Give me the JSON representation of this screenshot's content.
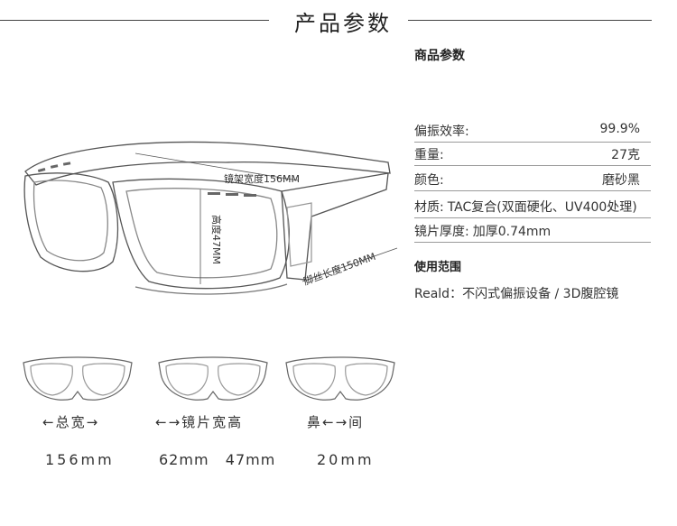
{
  "header": {
    "title": "产品参数"
  },
  "specs": {
    "heading": "商品参数",
    "rows": [
      {
        "key": "偏振效率:",
        "value": "99.9%"
      },
      {
        "key": "重量:",
        "value": "27克"
      },
      {
        "key": "颜色:",
        "value": "磨砂黑"
      },
      {
        "key": "材质:",
        "value": "TAC复合(双面硬化、UV400处理)"
      },
      {
        "key": "镜片厚度:",
        "value": "加厚0.74mm"
      }
    ]
  },
  "usage": {
    "heading": "使用范围",
    "text": "Reald：不闪式偏振设备 / 3D腹腔镜"
  },
  "illustration": {
    "frame_width_label": "镜架宽度156MM",
    "height_label": "高度47MM",
    "temple_length_label": "脚丝长度150MM"
  },
  "dimensions": [
    {
      "label": "←总宽→",
      "value": "156mm"
    },
    {
      "label": "←→镜片宽高",
      "value": "62mm   47mm"
    },
    {
      "label": "鼻←→间",
      "value": "20mm"
    }
  ]
}
